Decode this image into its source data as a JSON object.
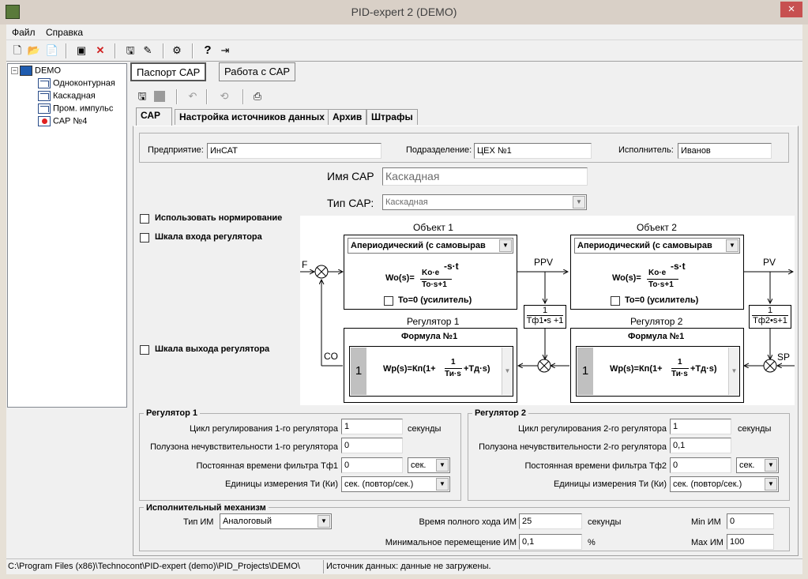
{
  "window": {
    "title": "PID-expert 2 (DEMO)",
    "close": "×"
  },
  "menu": [
    "Файл",
    "Справка"
  ],
  "toolbar_icons": [
    "new-icon",
    "open-icon",
    "export-icon",
    "image-icon",
    "delete-icon",
    "save-icon",
    "edit-icon",
    "settings-icon",
    "help-icon",
    "exit-icon"
  ],
  "tree": {
    "root": "DEMO",
    "expander": "−",
    "items": [
      {
        "label": "Одноконтурная",
        "icon": "chart-icon"
      },
      {
        "label": "Каскадная",
        "icon": "chart-icon"
      },
      {
        "label": "Пром. импульс",
        "icon": "chart-icon"
      },
      {
        "label": "САР №4",
        "icon": "alert-icon"
      }
    ]
  },
  "top_tabs": [
    "Паспорт САР",
    "Работа с САР"
  ],
  "sub_tabs": [
    "САР",
    "Настройка источников данных",
    "Архив",
    "Штрафы"
  ],
  "header": {
    "enterprise_label": "Предприятие:",
    "enterprise_value": "ИнСАТ",
    "division_label": "Подразделение:",
    "division_value": "ЦЕХ №1",
    "executor_label": "Исполнитель:",
    "executor_value": "Иванов"
  },
  "sar": {
    "name_label": "Имя САР",
    "name_value": "Каскадная",
    "type_label": "Тип САР:",
    "type_value": "Каскадная"
  },
  "checkboxes": {
    "normalize": "Использовать нормирование",
    "input_scale": "Шкала входа регулятора",
    "output_scale": "Шкала выхода регулятора"
  },
  "diagram": {
    "object1_title": "Объект 1",
    "object2_title": "Объект 2",
    "object_type": "Апериодический (с самовырав",
    "wo_formula_lhs": "Wo(s)=",
    "wo_num": "Ko·e",
    "wo_exp": "-s·t",
    "wo_den": "To·s+1",
    "to_zero": "To=0 (усилитель)",
    "reg1_title": "Регулятор 1",
    "reg2_title": "Регулятор 2",
    "formula_label": "Формула №1",
    "wp_index": "1",
    "wp_formula_pre": "Wp(s)=Кп(1+",
    "wp_num": "1",
    "wp_den": "Ти·s",
    "wp_formula_post": "+Тд·s)",
    "filter1_num": "1",
    "filter1_den": "Тф1•s +1",
    "filter2_num": "1",
    "filter2_den": "Тф2•s+1",
    "label_f": "F",
    "label_ppv": "PPV",
    "label_pv": "PV",
    "label_co": "CO",
    "label_sp": "SP"
  },
  "reg1": {
    "title": "Регулятор 1",
    "cycle_label": "Цикл регулирования 1-го регулятора",
    "cycle_value": "1",
    "cycle_unit": "секунды",
    "dead_label": "Полузона нечувствительности 1-го регулятора",
    "dead_value": "0",
    "filter_label": "Постоянная времени фильтра Тф1",
    "filter_value": "0",
    "filter_unit": "сек.",
    "ti_label": "Единицы измерения Ти (Ки)",
    "ti_value": "сек. (повтор/сек.)"
  },
  "reg2": {
    "title": "Регулятор 2",
    "cycle_label": "Цикл регулирования 2-го регулятора",
    "cycle_value": "1",
    "cycle_unit": "секунды",
    "dead_label": "Полузона нечувствительности 2-го регулятора",
    "dead_value": "0,1",
    "filter_label": "Постоянная времени фильтра Тф2",
    "filter_value": "0",
    "filter_unit": "сек.",
    "ti_label": "Единицы измерения Ти (Ки)",
    "ti_value": "сек. (повтор/сек.)"
  },
  "actuator": {
    "title": "Исполнительный механизм",
    "type_label": "Тип ИМ",
    "type_value": "Аналоговый",
    "full_stroke_label": "Время полного хода ИМ",
    "full_stroke_value": "25",
    "full_stroke_unit": "секунды",
    "min_move_label": "Минимальное перемещение ИМ",
    "min_move_value": "0,1",
    "min_move_unit": "%",
    "min_label": "Min ИМ",
    "min_value": "0",
    "max_label": "Max ИМ",
    "max_value": "100"
  },
  "status": {
    "path": "C:\\Program Files (x86)\\Technocont\\PID-expert (demo)\\PID_Projects\\DEMO\\",
    "message": "Источник данных: данные не загружены."
  }
}
